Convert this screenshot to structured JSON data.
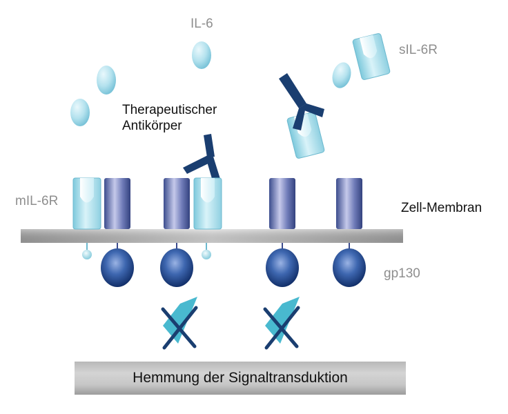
{
  "labels": {
    "il6": "IL-6",
    "sil6r": "sIL-6R",
    "antibody_line1": "Therapeutischer",
    "antibody_line2": "Antikörper",
    "mil6r": "mIL-6R",
    "membrane": "Zell-Membran",
    "gp130": "gp130",
    "bottom_bar": "Hemmung der Signaltransduktion"
  },
  "icons": {
    "il6": "oval-il6-icon",
    "receptor": "cup-receptor-icon",
    "gp130": "cylinder-gp130-icon",
    "antibody": "y-antibody-icon",
    "blocked": "x-cross-icon"
  },
  "colors": {
    "il6_light": "#d6f0f7",
    "il6_dark": "#7fc8dc",
    "receptor_light": "#d2eff6",
    "receptor_dark": "#6cc0d6",
    "gp130_light": "#c7cbea",
    "gp130_dark": "#3a4a8c",
    "gp130_ball_light": "#7c97d4",
    "gp130_ball_dark": "#10306e",
    "antibody": "#1a3e70",
    "cross_cyan": "#3fb5cc",
    "membrane": "#a5a5a5",
    "label_gray": "#8e8e8e",
    "label_dark": "#111111"
  }
}
